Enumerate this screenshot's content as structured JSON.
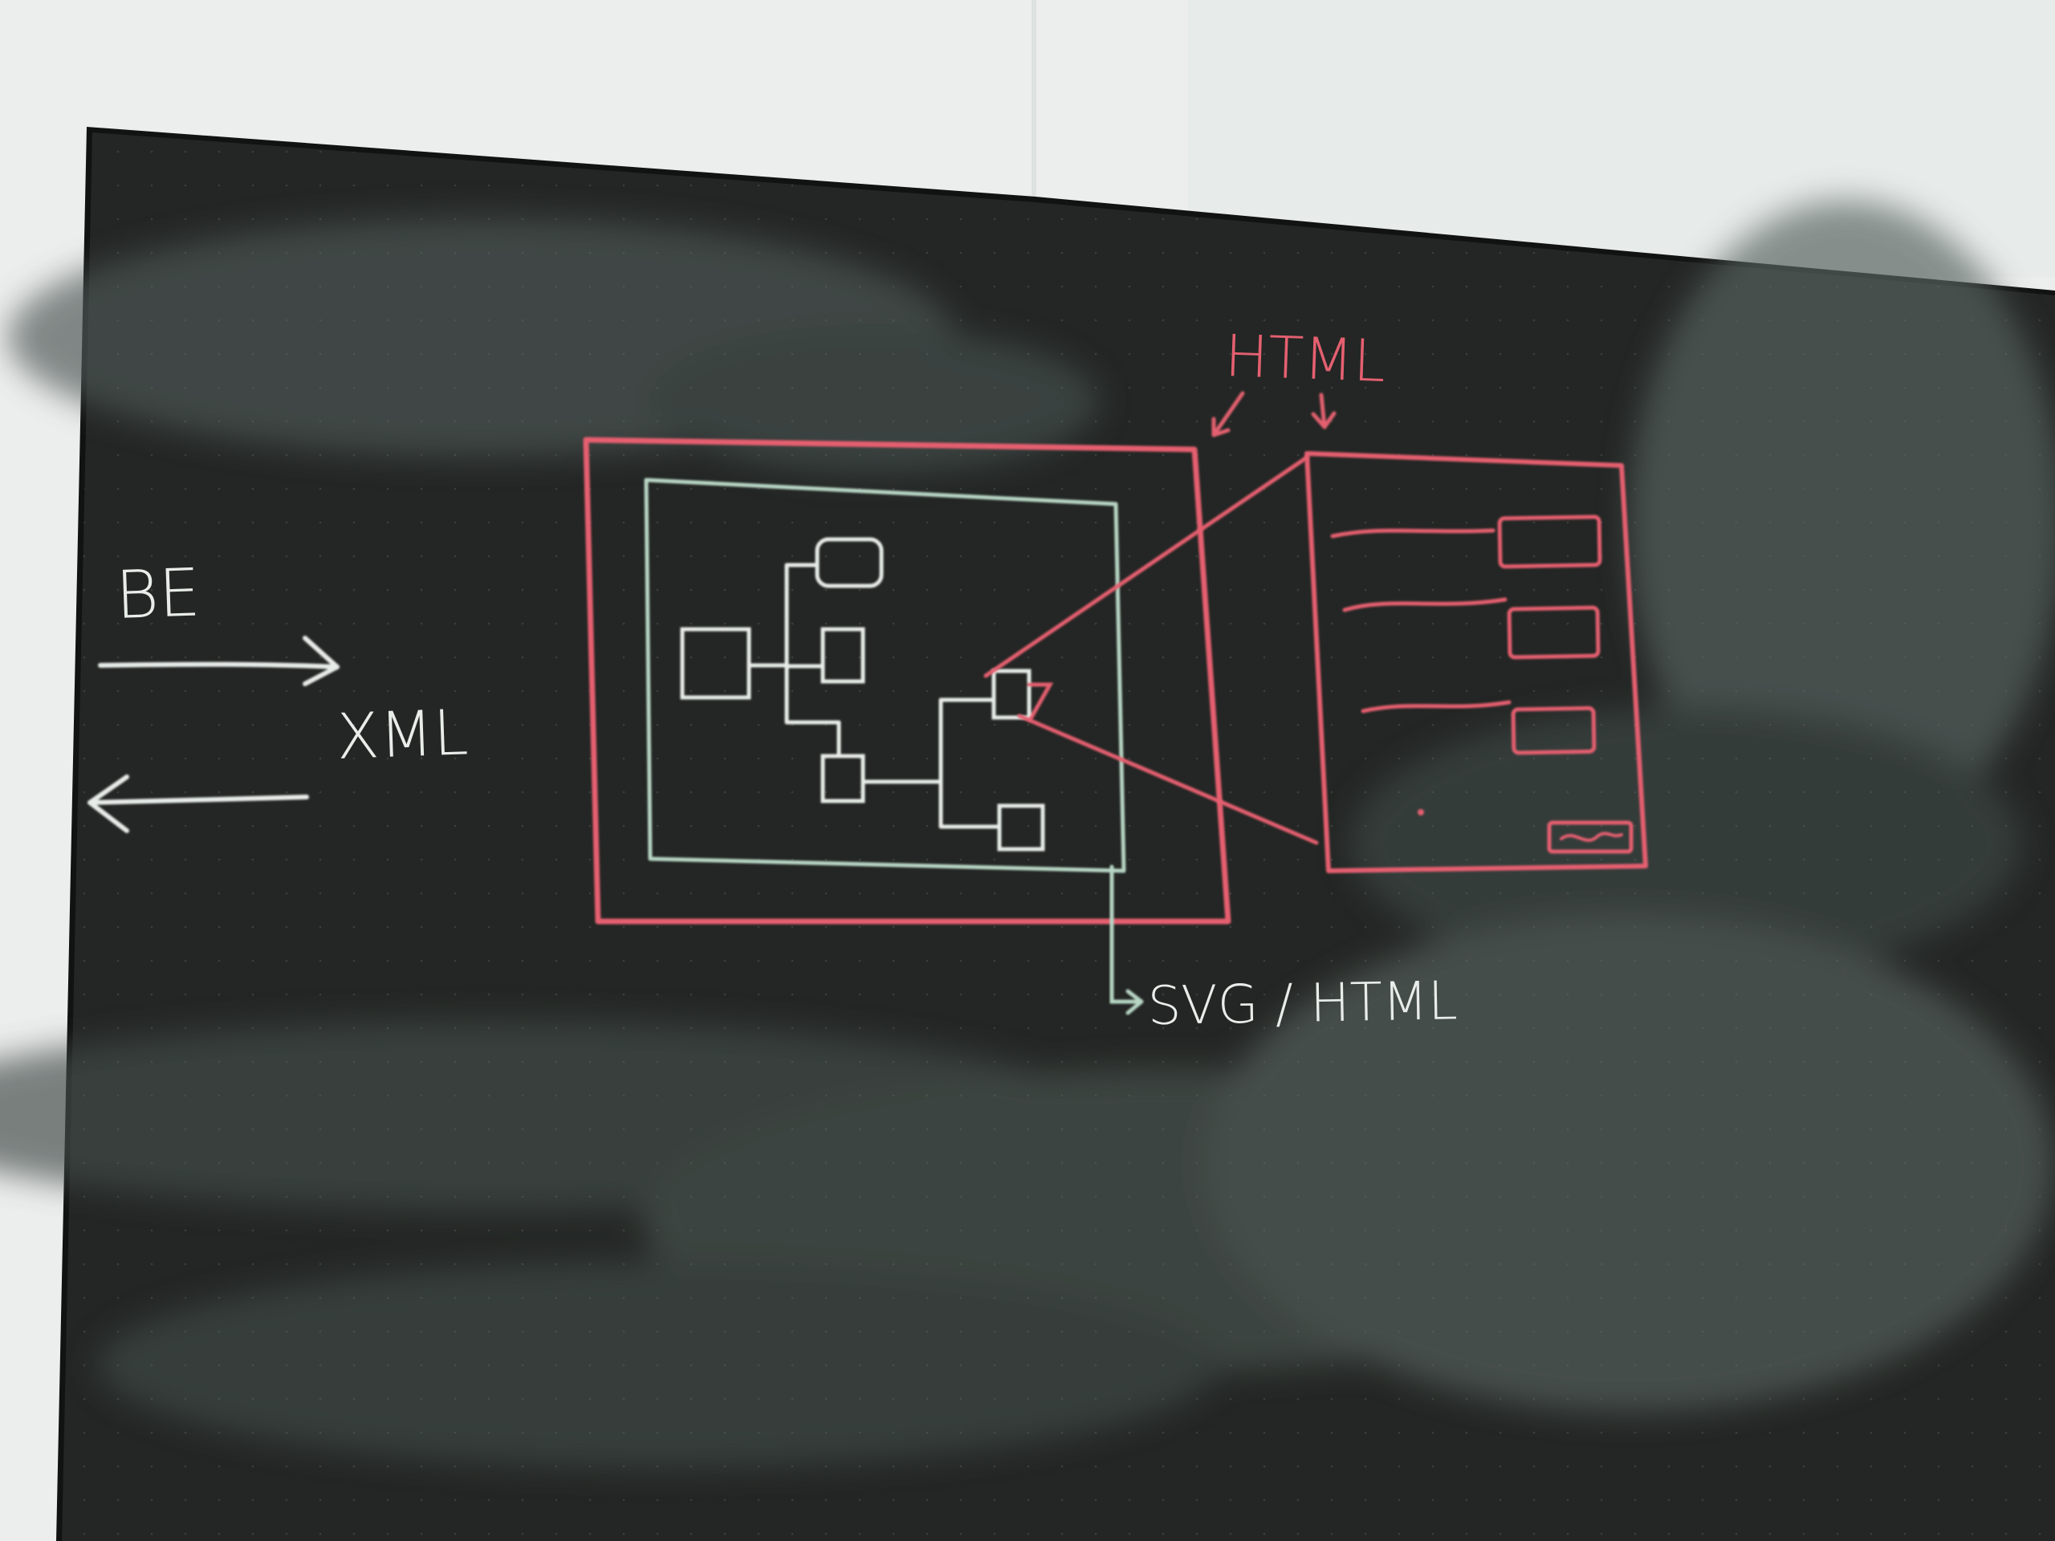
{
  "colors": {
    "wall": "#eceeed",
    "wall_shadow": "#d7dcda",
    "board": "#222523",
    "board_smudge": "#5b6663",
    "chalk_white": "#e6ece8",
    "chalk_green": "#b8d6c6",
    "chalk_red": "#e6606f"
  },
  "chalkboard": {
    "left_labels": {
      "top": "BE",
      "bottom": "XML"
    },
    "html_label": "HTML",
    "svg_label": "SVG / HTML"
  },
  "icons": {
    "right_arrow": "right-arrow-icon",
    "left_arrow": "left-arrow-icon",
    "down_arrow": "down-arrow-icon"
  }
}
